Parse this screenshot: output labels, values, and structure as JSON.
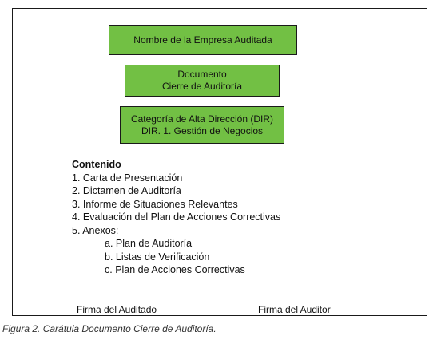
{
  "header_boxes": {
    "company": "Nombre de la Empresa Auditada",
    "document_line1": "Documento",
    "document_line2": "Cierre de Auditoría",
    "category_line1": "Categoría de Alta Dirección (DIR)",
    "category_line2": "DIR. 1. Gestión de Negocios"
  },
  "contents": {
    "title": "Contenido",
    "items": [
      "1. Carta de Presentación",
      "2. Dictamen de Auditoría",
      "3. Informe de Situaciones Relevantes",
      "4. Evaluación del Plan de Acciones Correctivas",
      "5. Anexos:"
    ],
    "subitems": [
      "a. Plan de Auditoría",
      "b. Listas de Verificación",
      "c. Plan de Acciones Correctivas"
    ]
  },
  "signatures": {
    "auditado": "Firma del Auditado",
    "auditor": "Firma del Auditor"
  },
  "caption": "Figura 2. Carátula Documento Cierre de Auditoría.",
  "colors": {
    "box_fill": "#72c044",
    "border": "#1a1a1a"
  }
}
